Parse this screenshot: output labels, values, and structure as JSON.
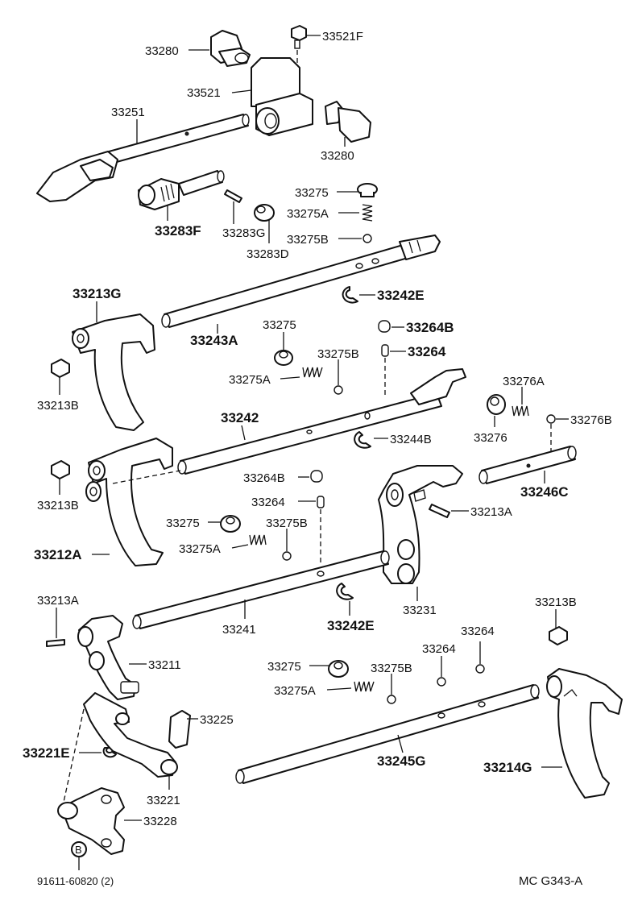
{
  "labels": {
    "p33280_top": "33280",
    "p33521F": "33521F",
    "p33521": "33521",
    "p33251": "33251",
    "p33280_right": "33280",
    "p33275_a": "33275",
    "p33275A_a": "33275A",
    "p33275B_a": "33275B",
    "p33283F": "33283F",
    "p33283G": "33283G",
    "p33283D": "33283D",
    "p33213G": "33213G",
    "p33242E_top": "33242E",
    "p33243A": "33243A",
    "p33275_b": "33275",
    "p33264B_top": "33264B",
    "p33275B_b": "33275B",
    "p33264_top": "33264",
    "p33275A_b": "33275A",
    "p33213B_a": "33213B",
    "p33242": "33242",
    "p33276A": "33276A",
    "p33276": "33276",
    "p33276B": "33276B",
    "p33244B": "33244B",
    "p33213B_b": "33213B",
    "p33246C": "33246C",
    "p33264B_mid": "33264B",
    "p33264_mid": "33264",
    "p33213A_right": "33213A",
    "p33275_c": "33275",
    "p33275B_c": "33275B",
    "p33275A_c": "33275A",
    "p33212A": "33212A",
    "p33213A_left": "33213A",
    "p33241": "33241",
    "p33242E_bottom": "33242E",
    "p33231": "33231",
    "p33213B_c": "33213B",
    "p33211": "33211",
    "p33264_low1": "33264",
    "p33264_low2": "33264",
    "p33275_d": "33275",
    "p33275B_d": "33275B",
    "p33275A_d": "33275A",
    "p33225": "33225",
    "p33221E": "33221E",
    "p33245G": "33245G",
    "p33214G": "33214G",
    "p33221": "33221",
    "p33228": "33228",
    "p91611": "91611-60820 (2)",
    "marker_b": "B"
  },
  "footer": {
    "code": "MC  G343-A"
  }
}
